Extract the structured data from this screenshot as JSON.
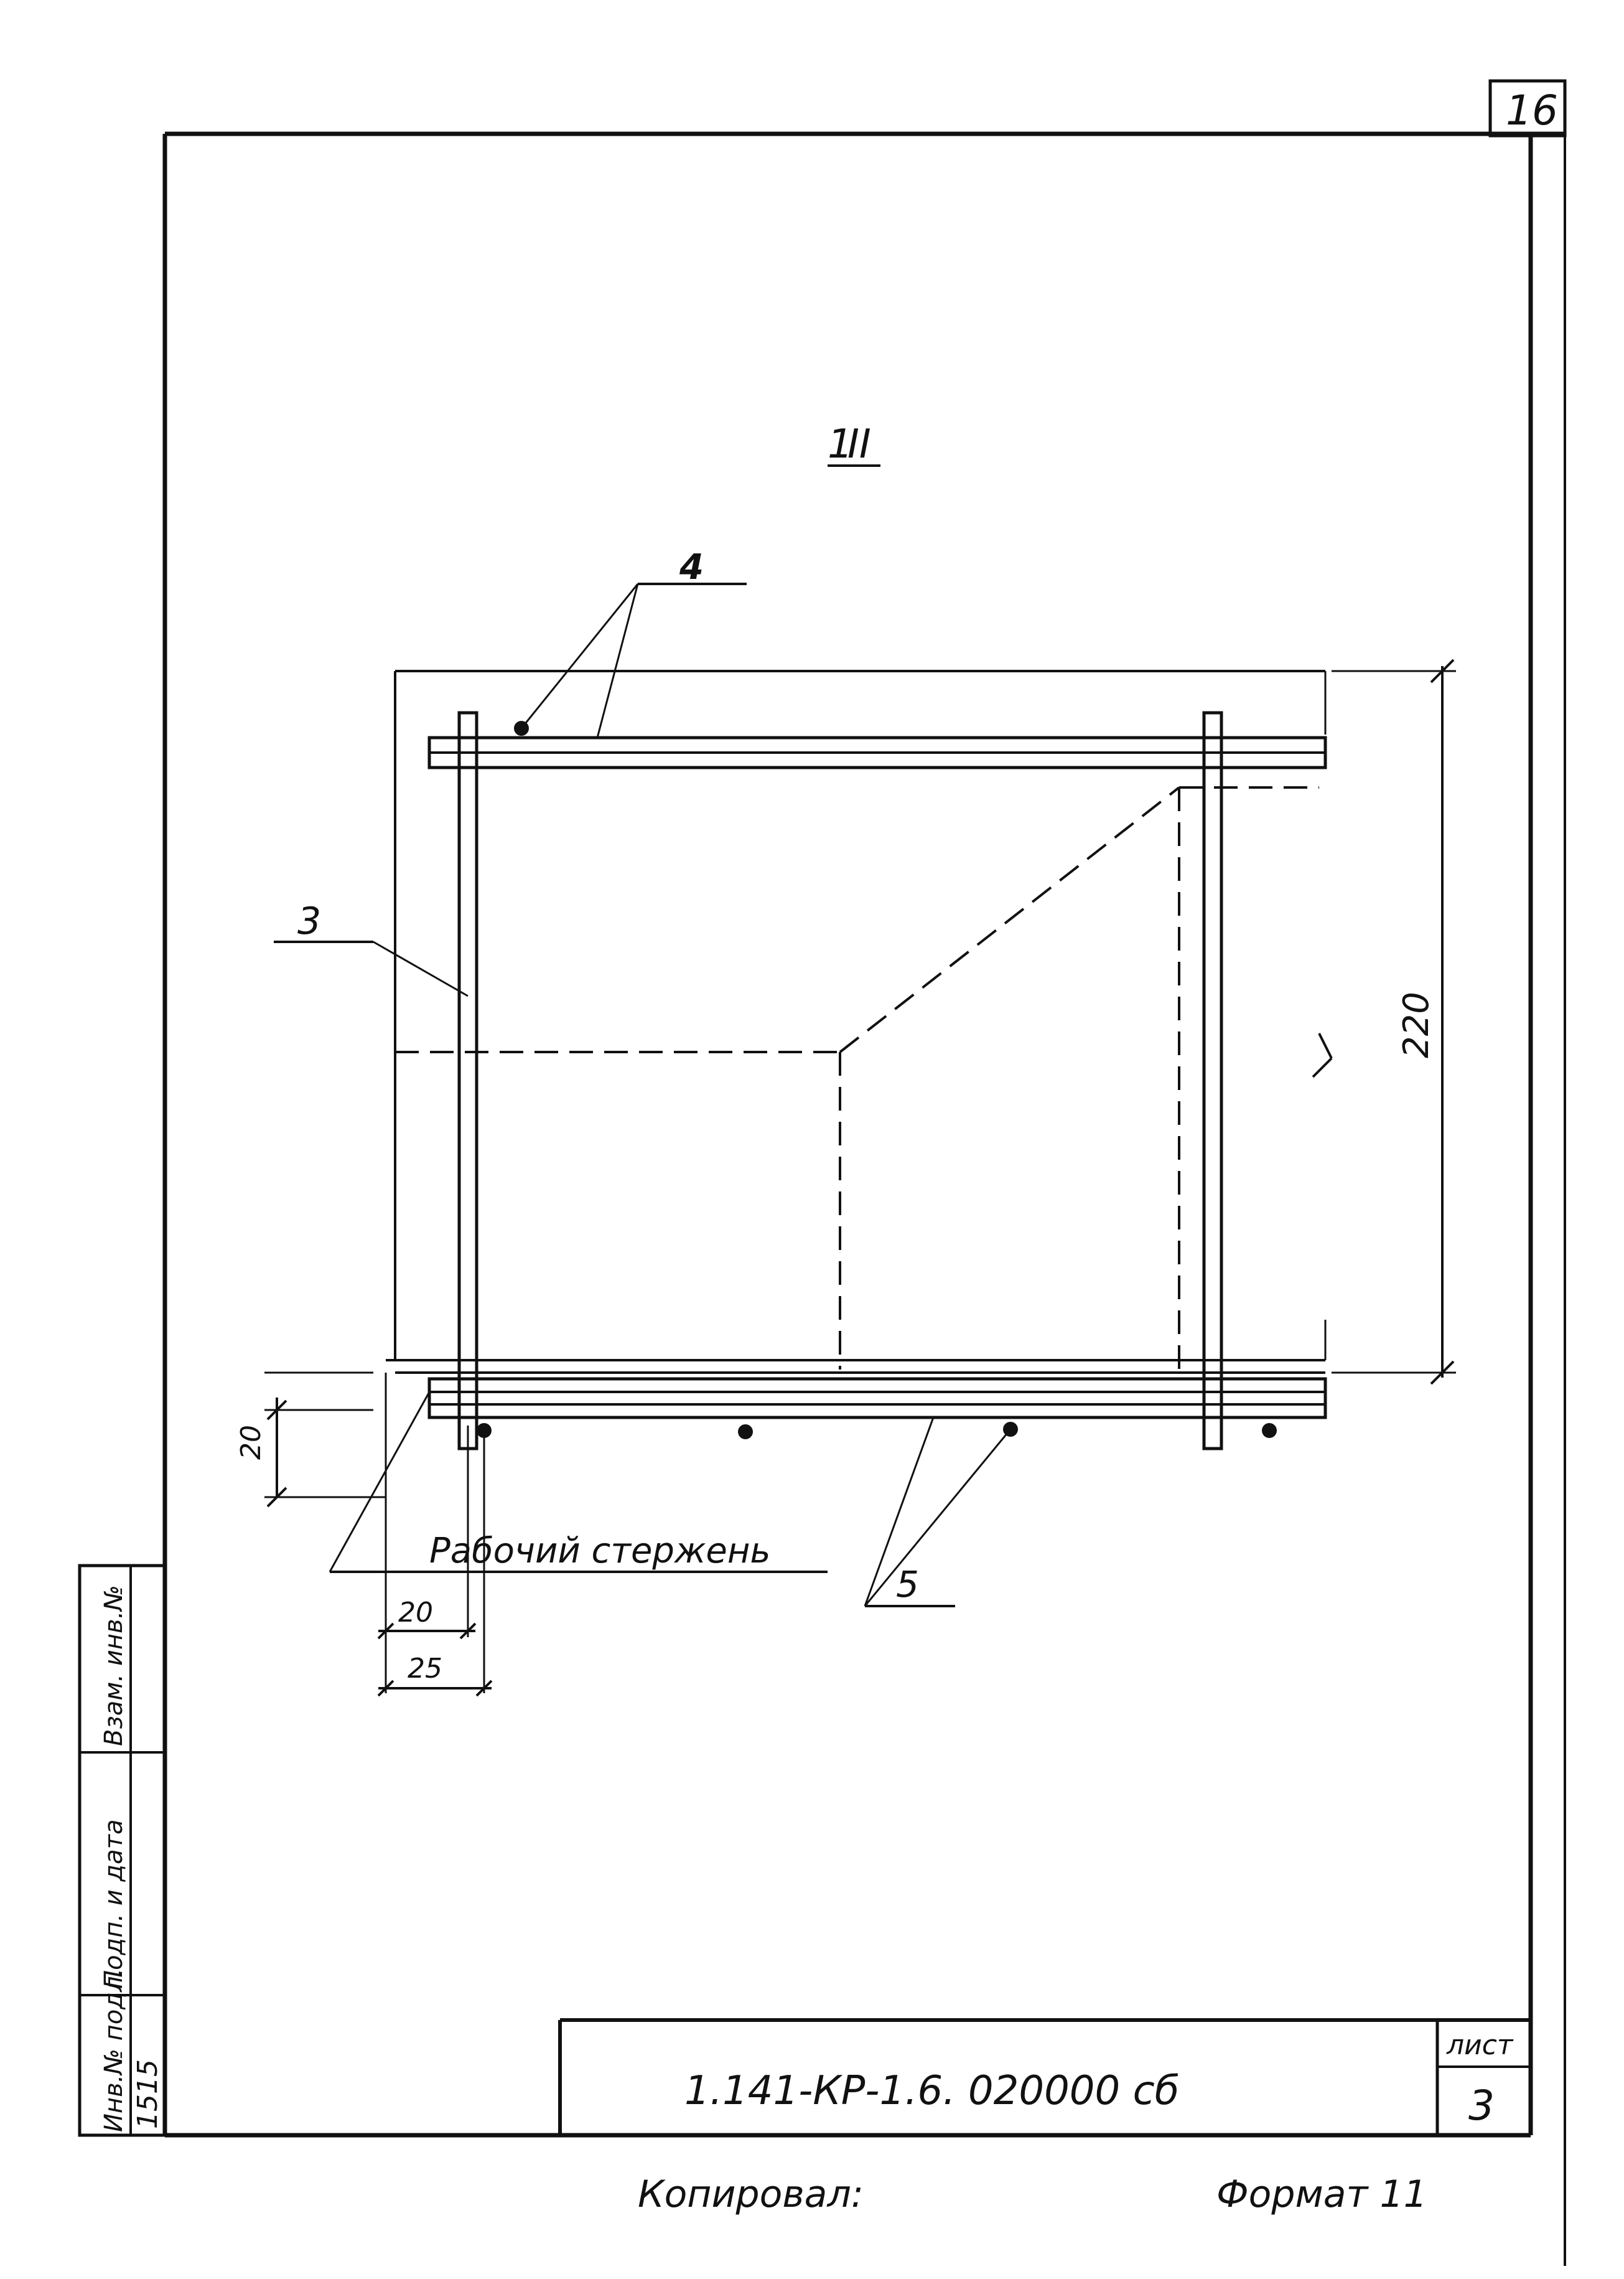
{
  "sheet": {
    "page_number": "16",
    "view_label": "1",
    "view_label_suffix": "II",
    "callouts": {
      "top_bars": "4",
      "left_bar": "3",
      "bottom_bars": "5",
      "working_rod": "Рабочий стержень"
    },
    "dimensions": {
      "height_total": "220",
      "cover_bottom": "20",
      "cover_side_20": "20",
      "cover_side_25": "25"
    },
    "side_stamp": {
      "inv_podl": "Инв.№ подл.",
      "podp_data": "Подп. и дата",
      "vzam_inv": "Взам. инв.№",
      "inv_value": "1515"
    },
    "title_block": {
      "designation": "1.141-КР-1.6. 020000 сб",
      "sheet_label": "лист",
      "sheet_number": "3"
    },
    "footer": {
      "copied_by": "Копировал:",
      "format": "Формат 11"
    }
  }
}
